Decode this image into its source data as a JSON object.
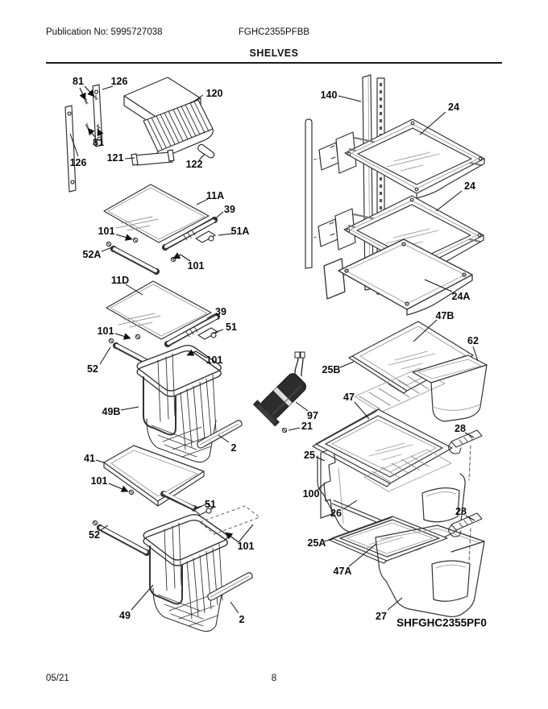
{
  "header": {
    "publication_no": "Publication No: 5995727038",
    "model": "FGHC2355PFBB",
    "section_title": "SHELVES"
  },
  "footer": {
    "date": "05/21",
    "page_number": "8"
  },
  "diagram": {
    "model_variant": "SHFGHC2355PF0",
    "labels": [
      {
        "text": "81"
      },
      {
        "text": "126"
      },
      {
        "text": "120"
      },
      {
        "text": "81"
      },
      {
        "text": "126"
      },
      {
        "text": "121"
      },
      {
        "text": "122"
      },
      {
        "text": "11A"
      },
      {
        "text": "39"
      },
      {
        "text": "101"
      },
      {
        "text": "51A"
      },
      {
        "text": "52A"
      },
      {
        "text": "101"
      },
      {
        "text": "11D"
      },
      {
        "text": "39"
      },
      {
        "text": "101"
      },
      {
        "text": "51"
      },
      {
        "text": "101"
      },
      {
        "text": "52"
      },
      {
        "text": "49B"
      },
      {
        "text": "2"
      },
      {
        "text": "41"
      },
      {
        "text": "101"
      },
      {
        "text": "51"
      },
      {
        "text": "52"
      },
      {
        "text": "101"
      },
      {
        "text": "49"
      },
      {
        "text": "2"
      },
      {
        "text": "140"
      },
      {
        "text": "24"
      },
      {
        "text": "24"
      },
      {
        "text": "24A"
      },
      {
        "text": "47B"
      },
      {
        "text": "62"
      },
      {
        "text": "25B"
      },
      {
        "text": "47"
      },
      {
        "text": "97"
      },
      {
        "text": "21"
      },
      {
        "text": "28"
      },
      {
        "text": "25"
      },
      {
        "text": "100"
      },
      {
        "text": "26"
      },
      {
        "text": "28"
      },
      {
        "text": "25A"
      },
      {
        "text": "47A"
      },
      {
        "text": "27"
      }
    ]
  }
}
